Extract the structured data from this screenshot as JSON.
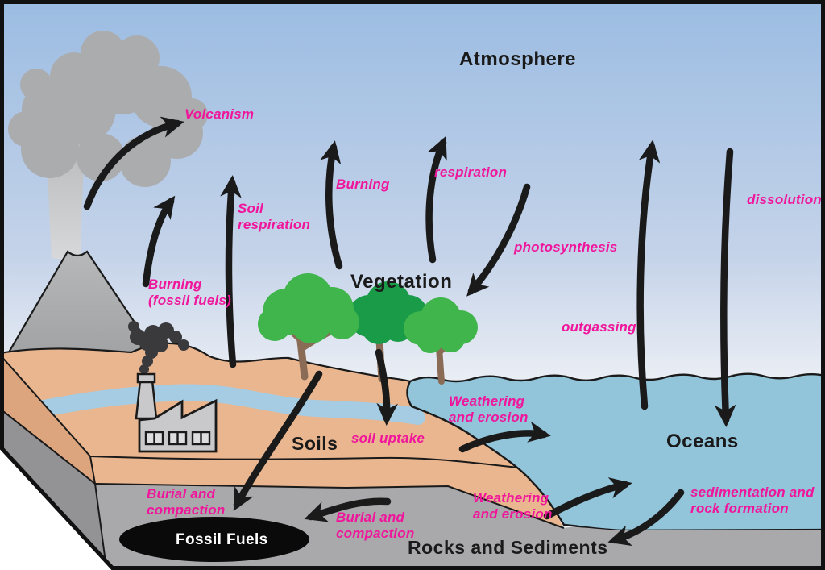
{
  "regions": {
    "atmosphere": "Atmosphere",
    "vegetation": "Vegetation",
    "soils": "Soils",
    "oceans": "Oceans",
    "rocks_and_sediments": "Rocks and Sediments",
    "fossil_fuels": "Fossil Fuels"
  },
  "fluxes": {
    "volcanism": "Volcanism",
    "burning_fossil_fuels": "Burning\n(fossil fuels)",
    "soil_respiration": "Soil\nrespiration",
    "burning": "Burning",
    "respiration": "respiration",
    "photosynthesis": "photosynthesis",
    "dissolution": "dissolution",
    "outgassing": "outgassing",
    "soil_uptake": "soil uptake",
    "weathering_and_erosion_river": "Weathering\nand erosion",
    "weathering_and_erosion_coast": "Weathering\nand erosion",
    "burial_and_compaction_left": "Burial and\ncompaction",
    "burial_and_compaction_right": "Burial and\ncompaction",
    "sedimentation_and_rock_formation": "sedimentation and\nrock formation"
  },
  "colors": {
    "flux_label": "#F0159B",
    "region_label": "#1A1A1A",
    "sky_top": "#9BBCE2",
    "sky_horizon": "#E9EDF4",
    "land": "#EAB68F",
    "river": "#A5CCE2",
    "ocean": "#92C4DA",
    "rock": "#A9A9AB",
    "tree_light": "#3FB54B",
    "tree_dark": "#199B48",
    "tree_trunk": "#8A6B55",
    "arrow": "#1A1A1A",
    "fossil_fuel_deposit": "#0A0A0A"
  }
}
